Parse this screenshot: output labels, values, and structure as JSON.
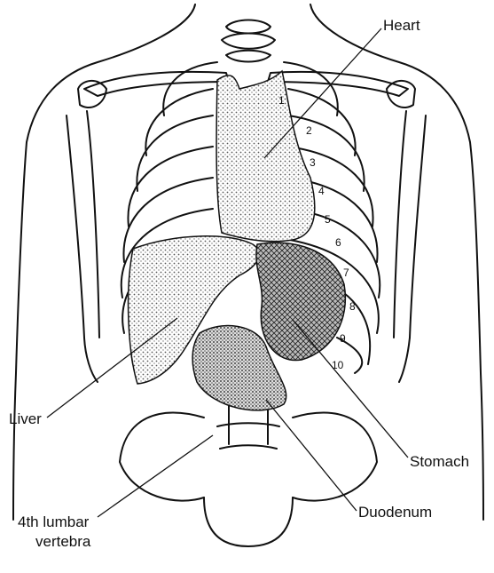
{
  "labels": {
    "heart": "Heart",
    "liver": "Liver",
    "stomach": "Stomach",
    "duodenum": "Duodenum",
    "vertebra_line1": "4th lumbar",
    "vertebra_line2": "vertebra"
  },
  "rib_numbers": [
    "1",
    "2",
    "3",
    "4",
    "5",
    "6",
    "7",
    "8",
    "9",
    "10"
  ],
  "colors": {
    "line": "#111111",
    "stipple": "#555555",
    "crosshatch": "#222222"
  }
}
